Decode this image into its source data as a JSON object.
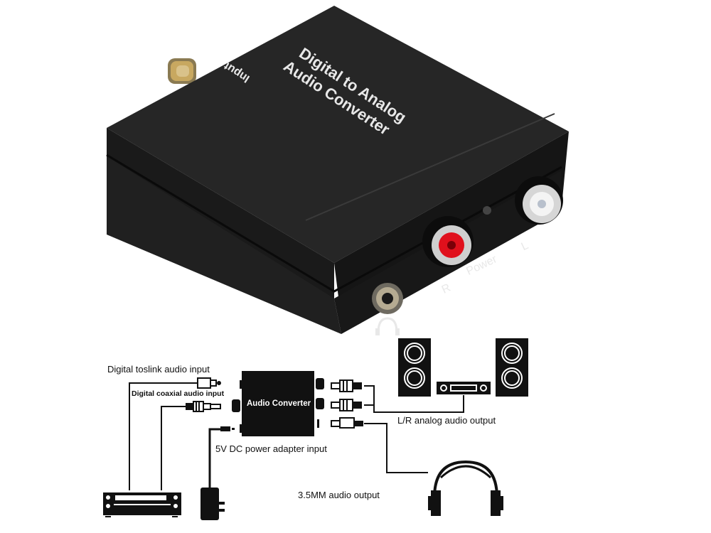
{
  "product": {
    "top_label_line1": "Digital  to Analog",
    "top_label_line2": "Audio Converter",
    "input_label": "Input",
    "port_labels": {
      "right": "R",
      "power": "Power",
      "left": "L",
      "headphone_icon": "headphone-icon"
    },
    "colors": {
      "body": "#1c1c1c",
      "body_highlight": "#2e2e2e",
      "rca_red": "#e0101c",
      "rca_white": "#f2f2f2",
      "gold": "#c8a860"
    }
  },
  "diagram": {
    "center_box_label": "Audio Converter",
    "inputs": [
      {
        "label": "Digital  toslink audio input",
        "icon": "toslink-plug-icon"
      },
      {
        "label": "Digital  coaxial audio input",
        "icon": "coaxial-plug-icon"
      },
      {
        "label": "5V DC power adapter input",
        "icon": "power-adapter-icon"
      }
    ],
    "outputs": [
      {
        "label": "L/R analog audio output",
        "icon": "speakers-amplifier-icon"
      },
      {
        "label": "3.5MM audio output",
        "icon": "headphones-icon"
      }
    ],
    "source_device_icon": "dvd-player-icon"
  }
}
